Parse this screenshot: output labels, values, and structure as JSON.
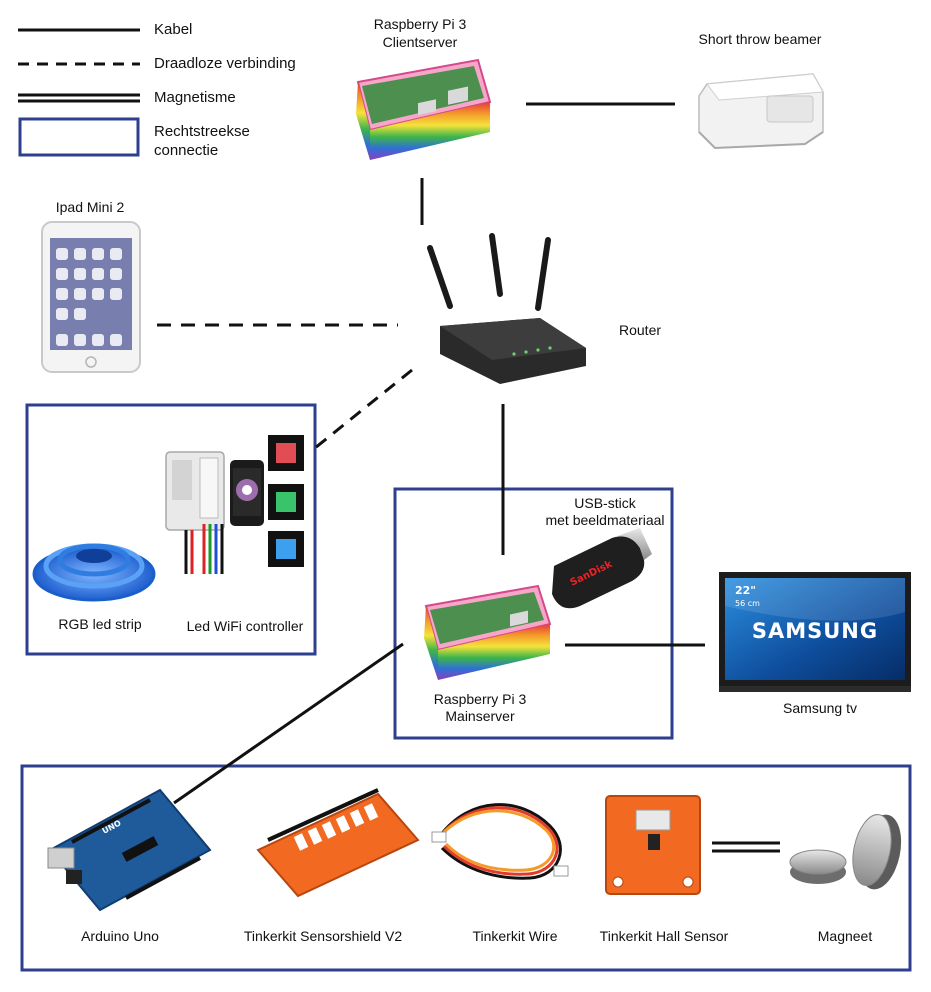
{
  "legend": {
    "cable": "Kabel",
    "wireless": "Draadloze verbinding",
    "magnetism": "Magnetisme",
    "direct_line1": "Rechtstreekse",
    "direct_line2": "connectie"
  },
  "devices": {
    "rpi_client_line1": "Raspberry Pi 3",
    "rpi_client_line2": "Clientserver",
    "beamer": "Short throw beamer",
    "ipad": "Ipad Mini 2",
    "router": "Router",
    "rgb_strip": "RGB led strip",
    "led_controller": "Led WiFi controller",
    "usb_line1": "USB-stick",
    "usb_line2": "met beeldmateriaal",
    "usb_brand": "SanDisk",
    "rpi_main_line1": "Raspberry Pi 3",
    "rpi_main_line2": "Mainserver",
    "tv": "Samsung tv",
    "tv_brand": "SAMSUNG",
    "tv_size": "22\"",
    "tv_size_cm": "56 cm",
    "arduino": "Arduino Uno",
    "arduino_logo": "UNO",
    "sensorshield": "Tinkerkit Sensorshield V2",
    "wire": "Tinkerkit Wire",
    "hall_sensor": "Tinkerkit Hall Sensor",
    "magnet": "Magneet"
  },
  "colors": {
    "frame_blue": "#2e3f8f",
    "line": "#111111",
    "pi_pink": "#f26aa6",
    "pi_board": "#2e8b3a",
    "arduino_blue": "#1f5b9a",
    "tinkerkit_orange": "#f26a21",
    "led_blue": "#2f7de0"
  },
  "icons": [
    "raspberry-pi-case-icon",
    "projector-icon",
    "tablet-icon",
    "router-icon",
    "led-strip-icon",
    "wifi-controller-icon",
    "smartphone-icon",
    "usb-stick-icon",
    "tv-icon",
    "arduino-board-icon",
    "sensor-shield-icon",
    "cable-icon",
    "hall-sensor-icon",
    "magnet-icon"
  ]
}
